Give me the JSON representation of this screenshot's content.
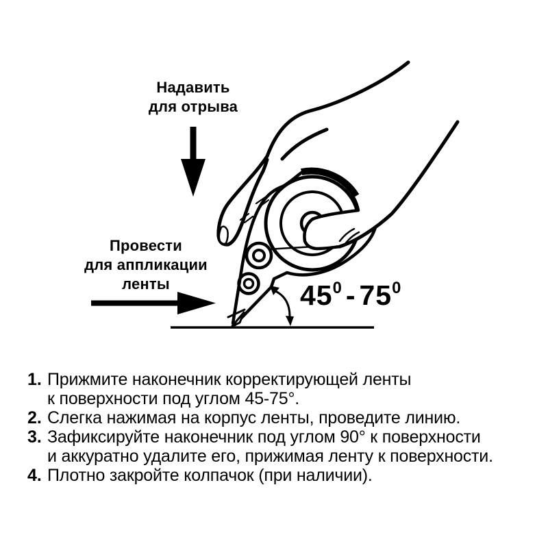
{
  "illustration": {
    "press_label": "Надавить\nдля отрыва",
    "apply_label": "Провести\nдля аппликации\nленты",
    "angle": {
      "low": "45",
      "separator": "-",
      "high": "75",
      "degree": "0"
    }
  },
  "instructions": {
    "items": [
      {
        "num": "1.",
        "text": "Прижмите наконечник корректирующей ленты\nк поверхности под углом 45-75°."
      },
      {
        "num": "2.",
        "text": "Слегка нажимая на корпус ленты, проведите линию."
      },
      {
        "num": "3.",
        "text": "Зафиксируйте наконечник под углом 90° к поверхности\nи аккуратно удалите его, прижимая ленту к поверхности."
      },
      {
        "num": "4.",
        "text": "Плотно закройте колпачок (при наличии)."
      }
    ]
  },
  "colors": {
    "ink": "#000000",
    "background": "#ffffff"
  }
}
